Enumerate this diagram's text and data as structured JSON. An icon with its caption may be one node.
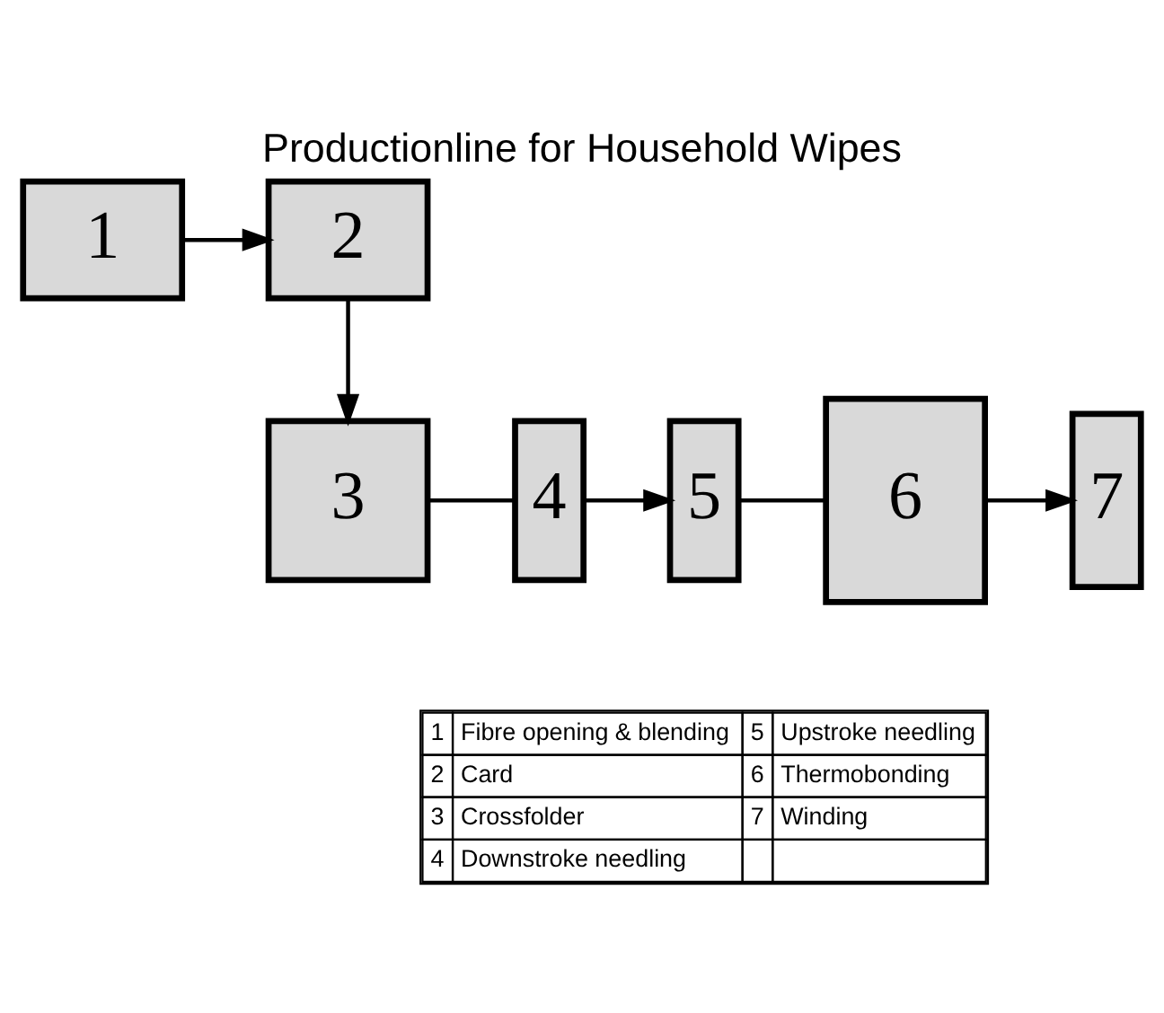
{
  "diagram": {
    "title": "Productionline for Household Wipes",
    "nodes": [
      {
        "text": [
          "2"
        ]
      },
      {
        "text": [
          "1"
        ]
      },
      {
        "text": [
          "3"
        ]
      },
      {
        "text": [
          "4"
        ]
      },
      {
        "text": [
          "5"
        ]
      },
      {
        "text": [
          "6"
        ]
      },
      {
        "text": [
          "7"
        ]
      }
    ],
    "edges": [
      {
        "from": 1,
        "to": 0,
        "arrow": "to"
      },
      {
        "from": 0,
        "to": 2,
        "arrow": "to"
      },
      {
        "from": 2,
        "to": 3,
        "arrow": "none"
      },
      {
        "from": 3,
        "to": 4,
        "arrow": "to"
      },
      {
        "from": 4,
        "to": 5,
        "arrow": "none"
      },
      {
        "from": 5,
        "to": 6,
        "arrow": "to"
      }
    ],
    "labels": [
      "1",
      "Fibre opening & blending",
      "5",
      "Upstroke needling",
      "2",
      "Card",
      "6",
      "Thermobonding",
      "3",
      "Crossfolder",
      "7",
      "Winding",
      "4",
      "Downstroke needling"
    ]
  }
}
